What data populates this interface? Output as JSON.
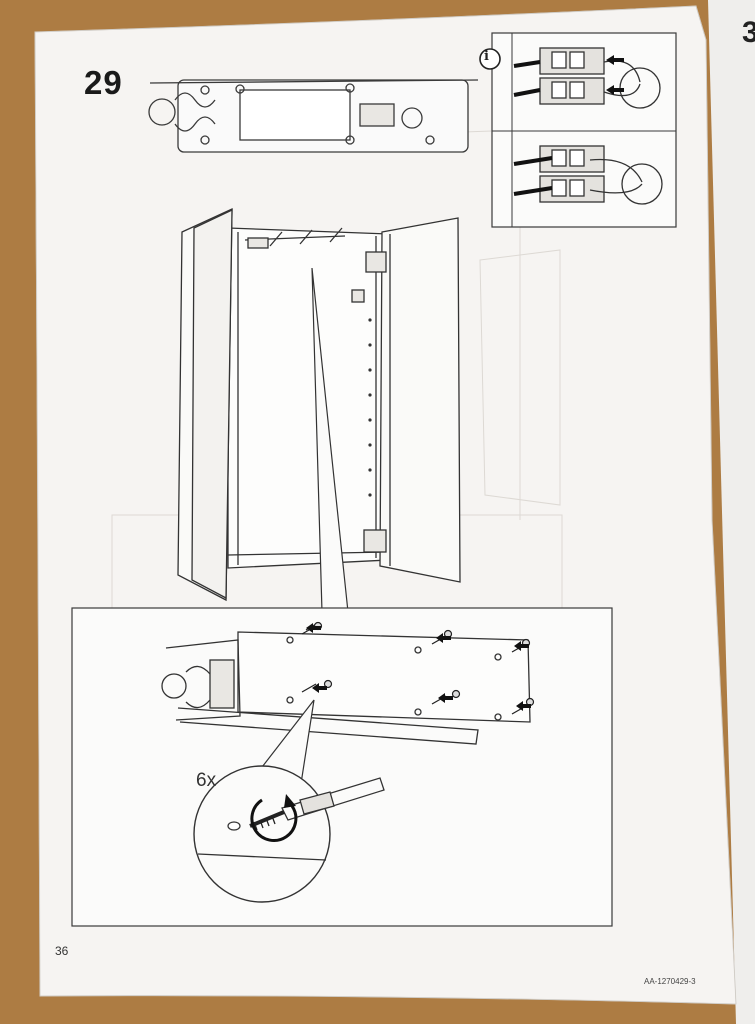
{
  "step_number": "29",
  "info_symbol": "i",
  "quantity_label": "6x",
  "page_number": "36",
  "document_code": "AA-1270429-3",
  "colors": {
    "background_table": "#a9793f",
    "paper": "#f6f4f2",
    "line_art": "#3a3a3a",
    "faint_art": "#d9d6d2"
  },
  "icons": [
    "info-icon",
    "screw-icon",
    "screwdriver-icon",
    "arrow-icon",
    "rotation-arrow-icon"
  ]
}
